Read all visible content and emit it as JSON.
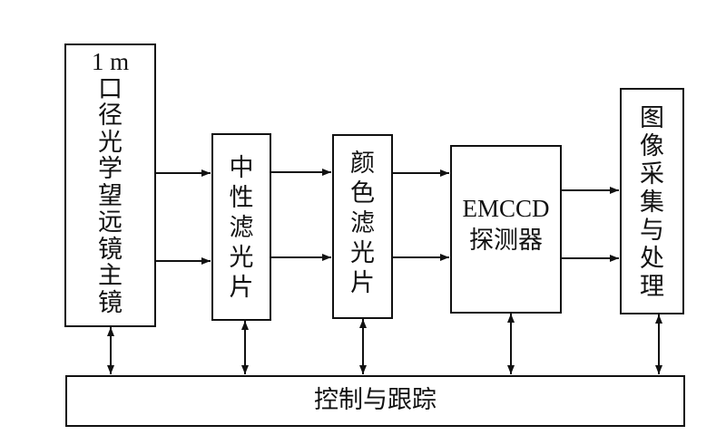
{
  "diagram": {
    "blocks": [
      {
        "id": "telescope",
        "label_lines": [
          "1 m",
          "口",
          "径",
          "光",
          "学",
          "望",
          "远",
          "镜",
          "主",
          "镜"
        ]
      },
      {
        "id": "neutral-filter",
        "label_lines": [
          "中",
          "性",
          "滤",
          "光",
          "片"
        ]
      },
      {
        "id": "color-filter",
        "label_lines": [
          "颜",
          "色",
          "滤",
          "光",
          "片"
        ]
      },
      {
        "id": "emccd",
        "label_lines": [
          "EMCCD",
          "探测器"
        ]
      },
      {
        "id": "image-acq",
        "label_lines": [
          "图",
          "像",
          "采",
          "集",
          "与",
          "处",
          "理"
        ]
      },
      {
        "id": "control",
        "label": "控制与跟踪"
      }
    ],
    "connections": [
      {
        "from": "telescope",
        "to": "neutral-filter",
        "type": "single",
        "count": 2
      },
      {
        "from": "neutral-filter",
        "to": "color-filter",
        "type": "single",
        "count": 2
      },
      {
        "from": "color-filter",
        "to": "emccd",
        "type": "single",
        "count": 2
      },
      {
        "from": "emccd",
        "to": "image-acq",
        "type": "single",
        "count": 2
      },
      {
        "from": "telescope",
        "to": "control",
        "type": "bidirectional"
      },
      {
        "from": "neutral-filter",
        "to": "control",
        "type": "bidirectional"
      },
      {
        "from": "color-filter",
        "to": "control",
        "type": "bidirectional"
      },
      {
        "from": "emccd",
        "to": "control",
        "type": "bidirectional"
      },
      {
        "from": "image-acq",
        "to": "control",
        "type": "bidirectional"
      }
    ]
  }
}
